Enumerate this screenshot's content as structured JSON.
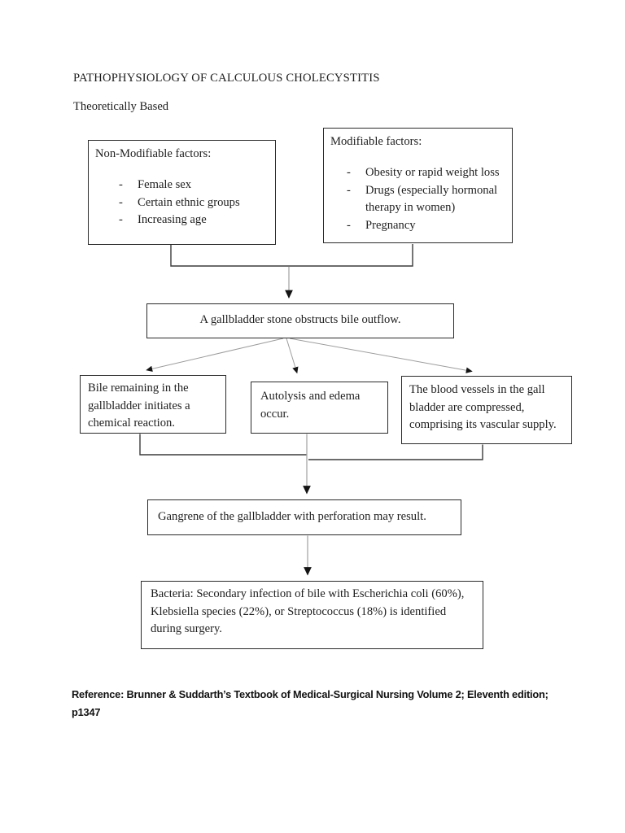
{
  "page": {
    "title": "PATHOPHYSIOLOGY OF CALCULOUS CHOLECYSTITIS",
    "subtitle": "Theoretically Based"
  },
  "flowchart": {
    "list_bullet": "-",
    "non_modifiable": {
      "heading": "Non-Modifiable factors:",
      "items": [
        "Female sex",
        "Certain ethnic groups",
        "Increasing age"
      ]
    },
    "modifiable": {
      "heading": "Modifiable factors:",
      "items": [
        "Obesity or rapid weight loss",
        "Drugs (especially hormonal therapy in women)",
        "Pregnancy"
      ]
    },
    "obstruction": "A gallbladder stone obstructs bile outflow.",
    "bile_reaction": "Bile remaining in the gallbladder initiates a chemical reaction.",
    "autolysis": "Autolysis and edema occur.",
    "vessels": "The blood vessels in the gall bladder are compressed, comprising its vascular supply.",
    "gangrene": "Gangrene of the gallbladder with perforation may result.",
    "bacteria": "Bacteria: Secondary infection of bile with Escherichia coli (60%), Klebsiella species (22%), or Streptococcus (18%) is identified during surgery."
  },
  "reference": {
    "line1": "Reference: Brunner & Suddarth’s Textbook of Medical-Surgical Nursing Volume 2; Eleventh edition;",
    "line2": "p1347"
  },
  "colors": {
    "background": "#ffffff",
    "text": "#1f1f1f",
    "box_border": "#2a2a2a",
    "connector_elbow": "#3b3b3b",
    "connector_stem": "#a0a0a0",
    "arrowhead": "#141414"
  }
}
